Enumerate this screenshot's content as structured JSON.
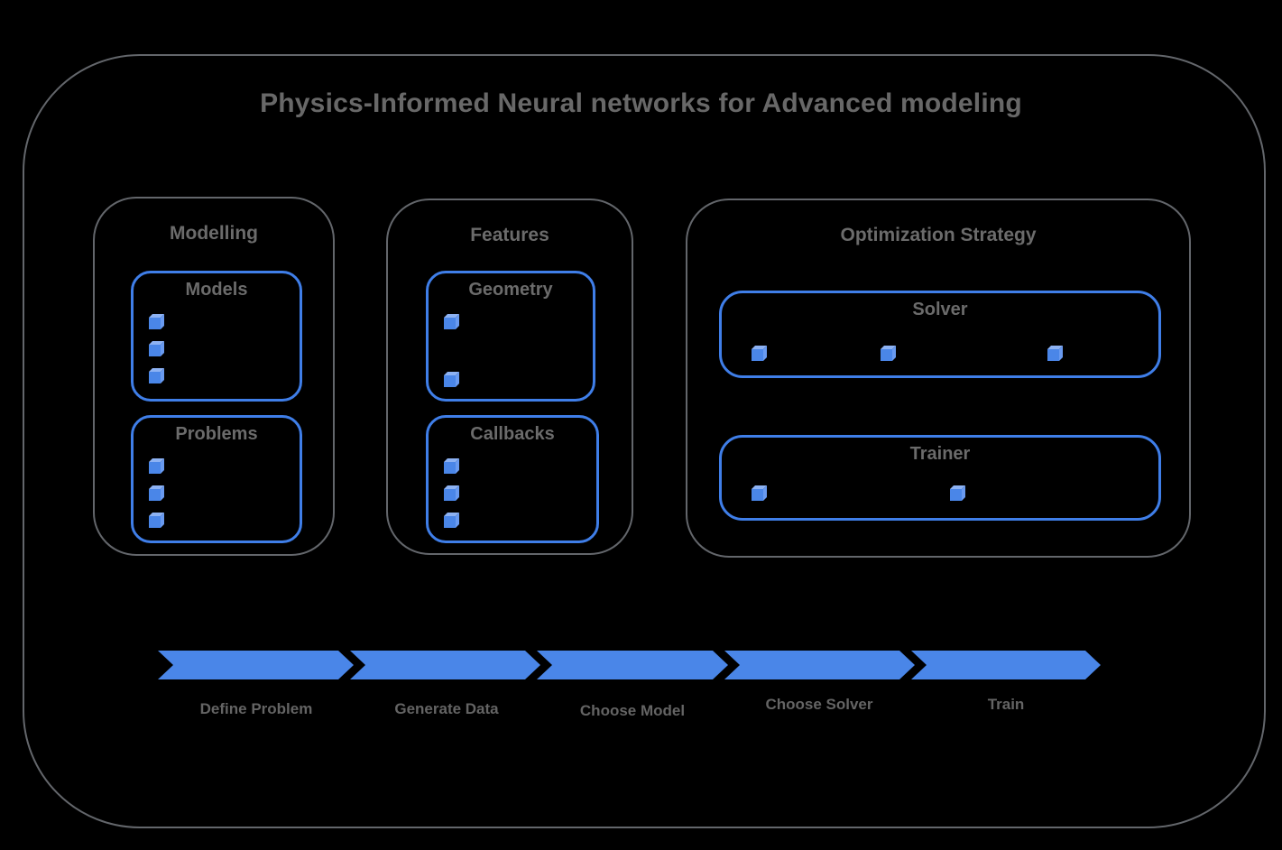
{
  "title": "Physics-Informed Neural networks for Advanced modeling",
  "colors": {
    "background": "#000000",
    "outline_gray": "#63666b",
    "text_gray": "#686868",
    "box_border_blue": "#3f7ee8",
    "accent_blue": "#4a86e8",
    "cube_front": "#4a86e8",
    "cube_top": "#8db2f3",
    "cube_side": "#699af0"
  },
  "sections": [
    {
      "label": "Modelling",
      "subboxes": [
        {
          "label": "Models",
          "bullet_count": 3,
          "bullet_layout": "vertical"
        },
        {
          "label": "Problems",
          "bullet_count": 3,
          "bullet_layout": "vertical"
        }
      ]
    },
    {
      "label": "Features",
      "subboxes": [
        {
          "label": "Geometry",
          "bullet_count": 2,
          "bullet_layout": "vertical"
        },
        {
          "label": "Callbacks",
          "bullet_count": 3,
          "bullet_layout": "vertical"
        }
      ]
    },
    {
      "label": "Optimization Strategy",
      "subboxes": [
        {
          "label": "Solver",
          "bullet_count": 3,
          "bullet_layout": "horizontal"
        },
        {
          "label": "Trainer",
          "bullet_count": 2,
          "bullet_layout": "horizontal"
        }
      ]
    }
  ],
  "flow": {
    "steps": [
      {
        "label": "Define Problem"
      },
      {
        "label": "Generate Data"
      },
      {
        "label": "Choose Model"
      },
      {
        "label": "Choose Solver"
      },
      {
        "label": "Train"
      }
    ]
  }
}
